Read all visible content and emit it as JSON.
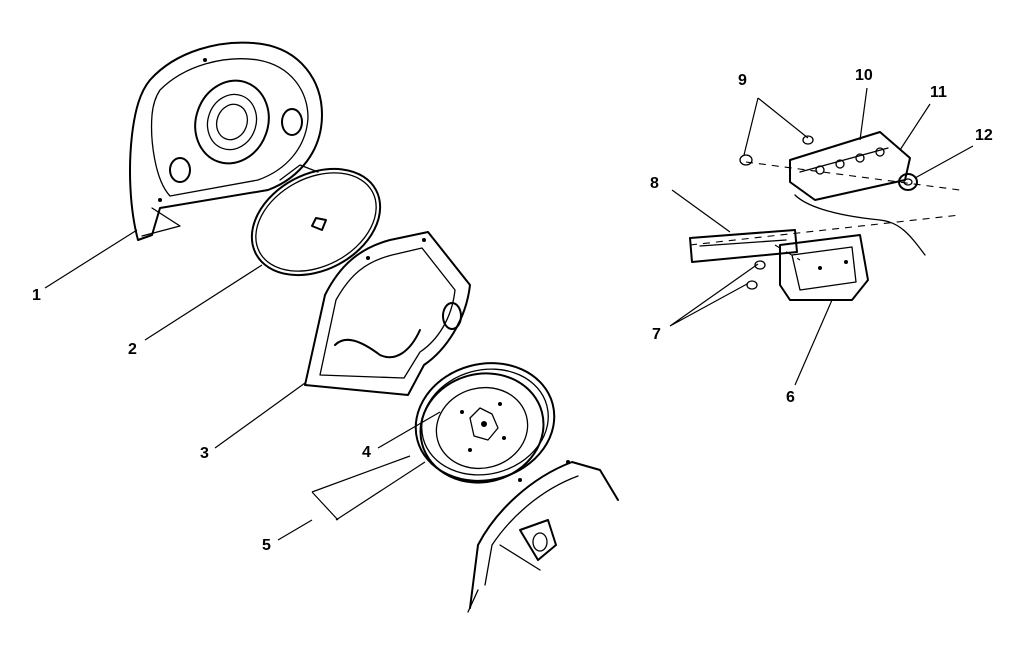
{
  "callouts": [
    {
      "key": "c1",
      "label": "1"
    },
    {
      "key": "c2",
      "label": "2"
    },
    {
      "key": "c3",
      "label": "3"
    },
    {
      "key": "c4",
      "label": "4"
    },
    {
      "key": "c5",
      "label": "5"
    },
    {
      "key": "c6",
      "label": "6"
    },
    {
      "key": "c7",
      "label": "7"
    },
    {
      "key": "c8",
      "label": "8"
    },
    {
      "key": "c9",
      "label": "9"
    },
    {
      "key": "c10",
      "label": "10"
    },
    {
      "key": "c11",
      "label": "11"
    },
    {
      "key": "c12",
      "label": "12"
    }
  ]
}
